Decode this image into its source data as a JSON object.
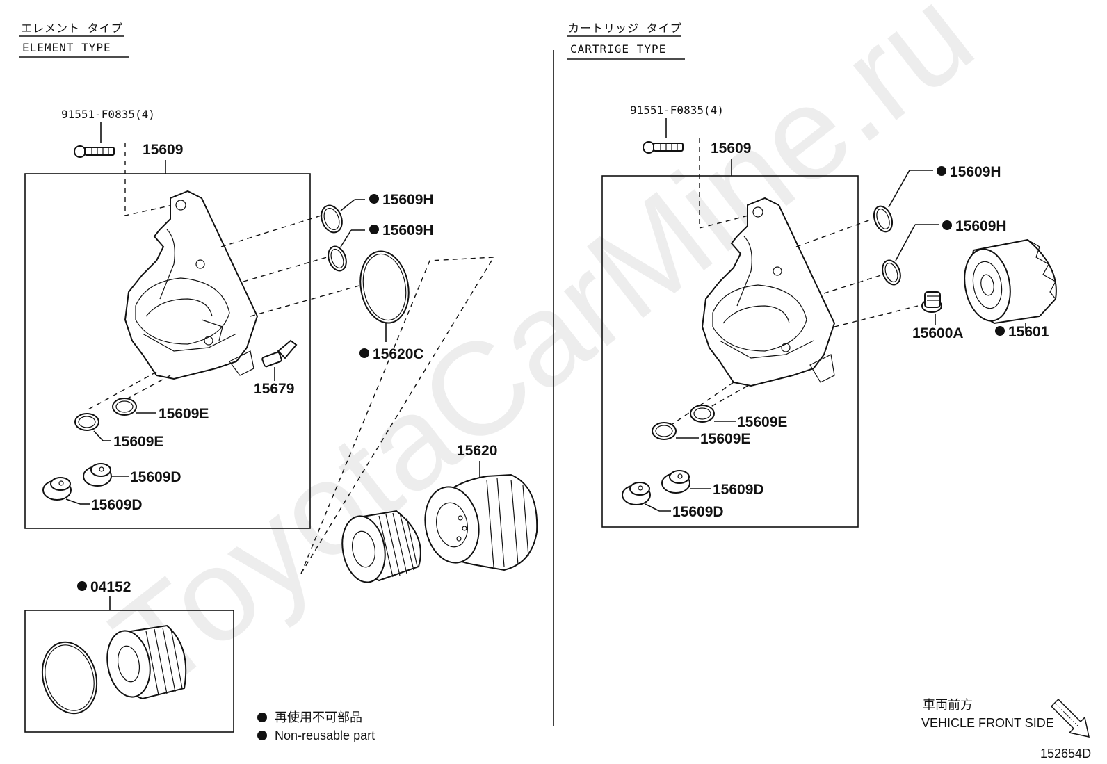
{
  "watermark": "ToyotaCarMine.ru",
  "left_section": {
    "title_jp": "エレメント タイプ",
    "title_en": "ELEMENT TYPE",
    "bolt": "91551-F0835(4)",
    "housing": "15609",
    "oring_h1": "15609H",
    "oring_h2": "15609H",
    "oring_c": "15620C",
    "valve": "15679",
    "gasket_e1": "15609E",
    "gasket_e2": "15609E",
    "plug_d1": "15609D",
    "plug_d2": "15609D",
    "cap": "15620",
    "element": "04152"
  },
  "right_section": {
    "title_jp": "カートリッジ タイプ",
    "title_en": "CARTRIGE TYPE",
    "bolt": "91551-F0835(4)",
    "housing": "15609",
    "oring_h1": "15609H",
    "oring_h2": "15609H",
    "union": "15600A",
    "filter": "15601",
    "gasket_e1": "15609E",
    "gasket_e2": "15609E",
    "plug_d1": "15609D",
    "plug_d2": "15609D"
  },
  "legend": {
    "jp": "再使用不可部品",
    "en": "Non-reusable part"
  },
  "direction": {
    "jp": "車両前方",
    "en": "VEHICLE FRONT SIDE"
  },
  "figure_id": "152654D"
}
